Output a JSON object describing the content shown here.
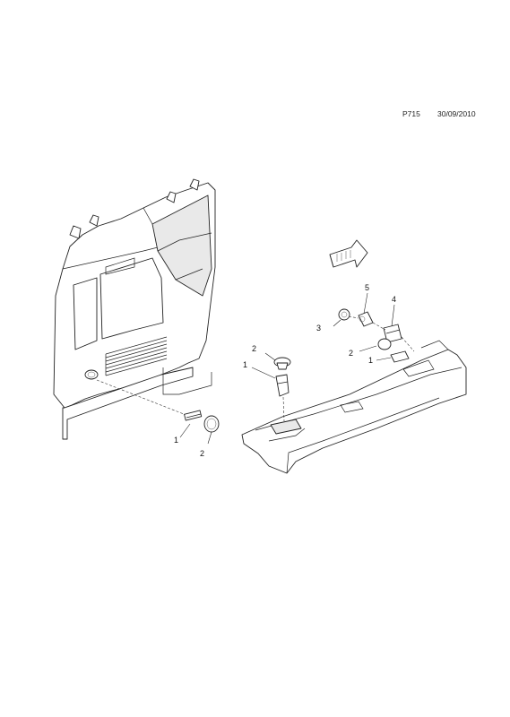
{
  "header": {
    "page_code": "P715",
    "date": "30/09/2010"
  },
  "callouts": {
    "left_1": "1",
    "left_2": "2",
    "center_2": "2",
    "center_1": "1",
    "right_5": "5",
    "right_4": "4",
    "right_3": "3",
    "right_2": "2",
    "right_1": "1"
  },
  "icons": {
    "direction": "front-arrow-icon"
  }
}
